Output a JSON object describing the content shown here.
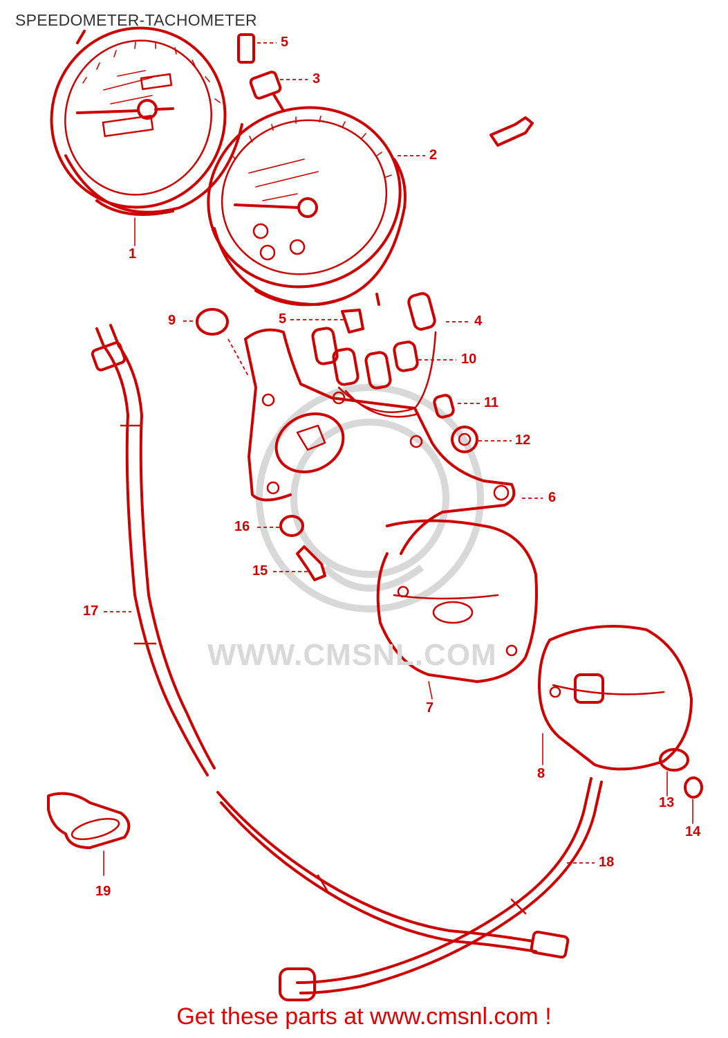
{
  "title": "SPEEDOMETER-TACHOMETER",
  "watermark": "WWW.CMSNL.COM",
  "footer": "Get these parts at www.cmsnl.com !",
  "colors": {
    "line": "#cc0000",
    "footer_text": "#dd0000",
    "title_text": "#333333",
    "watermark": "#d9d9d9"
  },
  "callouts": {
    "c1": "1",
    "c2": "2",
    "c3": "3",
    "c4": "4",
    "c5a": "5",
    "c5b": "5",
    "c6": "6",
    "c7": "7",
    "c8": "8",
    "c9": "9",
    "c10": "10",
    "c11": "11",
    "c12": "12",
    "c13": "13",
    "c14": "14",
    "c15": "15",
    "c16": "16",
    "c17": "17",
    "c18": "18",
    "c19": "19"
  }
}
